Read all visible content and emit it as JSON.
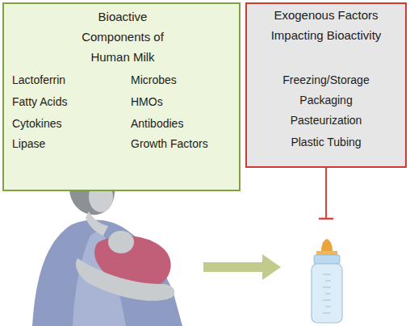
{
  "diagram": {
    "nodes": [
      {
        "text": [
          "Bioactive Components of Human Milk",
          "Lactoferrin",
          "Fatty Acids",
          "Cytokines",
          "Lipase",
          "Microbes",
          "HMOs",
          "Antibodies",
          "Growth Factors"
        ]
      },
      {
        "text": [
          "Exogenous Factors Impacting Bioactivity",
          "Freezing/Storage",
          "Packaging",
          "Pasteurization",
          "Plastic Tubing"
        ]
      }
    ]
  }
}
